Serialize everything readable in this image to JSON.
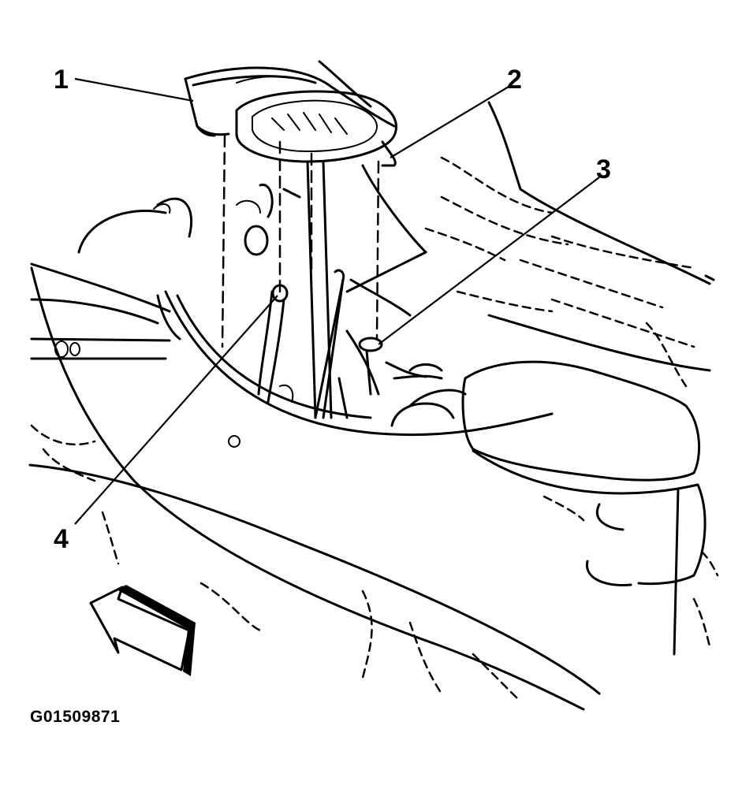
{
  "figure": {
    "id": "G01509871"
  },
  "callouts": [
    {
      "number": "1"
    },
    {
      "number": "2"
    },
    {
      "number": "3"
    },
    {
      "number": "4"
    }
  ],
  "icons": {
    "direction_arrow": "forward-arrow-icon"
  },
  "colors": {
    "line": "#000000",
    "background": "#ffffff"
  }
}
